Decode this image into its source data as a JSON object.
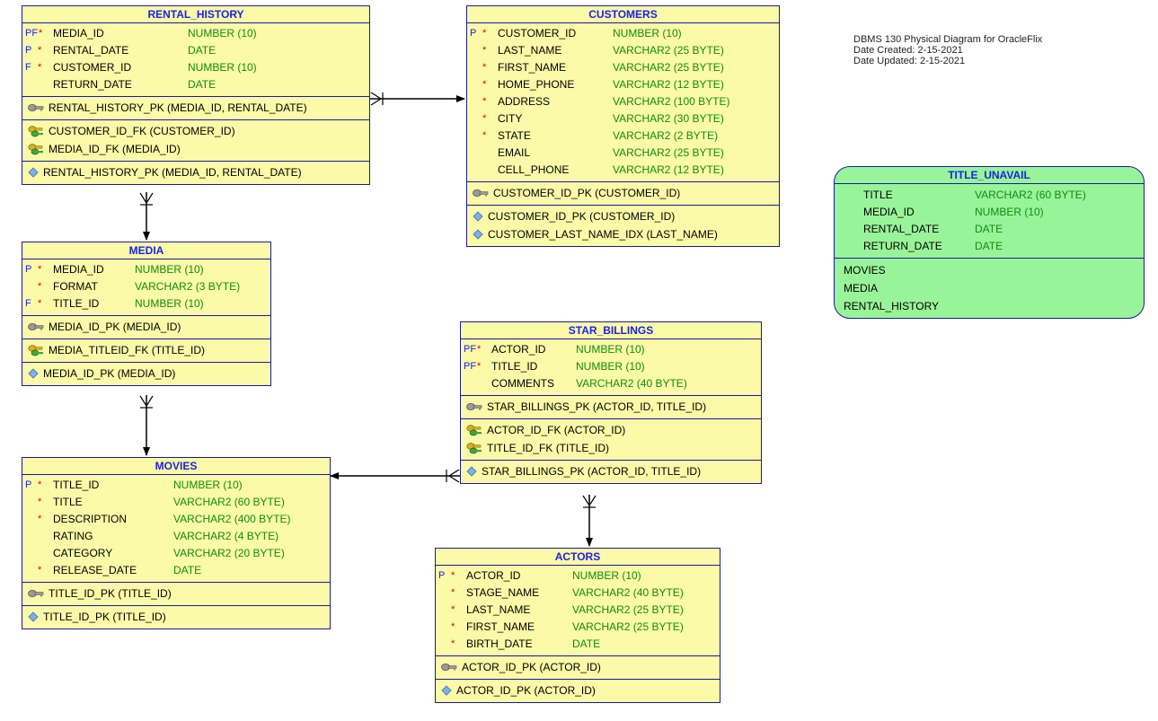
{
  "note": {
    "line1": "DBMS 130 Physical Diagram for OracleFlix",
    "line2": "Date Created: 2-15-2021",
    "line3": "Date Updated: 2-15-2021"
  },
  "rental_history": {
    "title": "RENTAL_HISTORY",
    "columns": [
      {
        "key": "PF",
        "req": "*",
        "name": "MEDIA_ID",
        "type": "NUMBER (10)"
      },
      {
        "key": "P",
        "req": "*",
        "name": "RENTAL_DATE",
        "type": "DATE"
      },
      {
        "key": "F",
        "req": "*",
        "name": "CUSTOMER_ID",
        "type": "NUMBER (10)"
      },
      {
        "key": "",
        "req": "",
        "name": "RETURN_DATE",
        "type": "DATE"
      }
    ],
    "pk": "RENTAL_HISTORY_PK (MEDIA_ID, RENTAL_DATE)",
    "fks": [
      "CUSTOMER_ID_FK (CUSTOMER_ID)",
      "MEDIA_ID_FK (MEDIA_ID)"
    ],
    "indexes": [
      "RENTAL_HISTORY_PK (MEDIA_ID, RENTAL_DATE)"
    ]
  },
  "customers": {
    "title": "CUSTOMERS",
    "columns": [
      {
        "key": "P",
        "req": "*",
        "name": "CUSTOMER_ID",
        "type": "NUMBER (10)"
      },
      {
        "key": "",
        "req": "*",
        "name": "LAST_NAME",
        "type": "VARCHAR2 (25 BYTE)"
      },
      {
        "key": "",
        "req": "*",
        "name": "FIRST_NAME",
        "type": "VARCHAR2 (25 BYTE)"
      },
      {
        "key": "",
        "req": "*",
        "name": "HOME_PHONE",
        "type": "VARCHAR2 (12 BYTE)"
      },
      {
        "key": "",
        "req": "*",
        "name": "ADDRESS",
        "type": "VARCHAR2 (100 BYTE)"
      },
      {
        "key": "",
        "req": "*",
        "name": "CITY",
        "type": "VARCHAR2 (30 BYTE)"
      },
      {
        "key": "",
        "req": "*",
        "name": "STATE",
        "type": "VARCHAR2 (2 BYTE)"
      },
      {
        "key": "",
        "req": "",
        "name": "EMAIL",
        "type": "VARCHAR2 (25 BYTE)"
      },
      {
        "key": "",
        "req": "",
        "name": "CELL_PHONE",
        "type": "VARCHAR2 (12 BYTE)"
      }
    ],
    "pk": "CUSTOMER_ID_PK (CUSTOMER_ID)",
    "indexes": [
      "CUSTOMER_ID_PK (CUSTOMER_ID)",
      "CUSTOMER_LAST_NAME_IDX (LAST_NAME)"
    ]
  },
  "media": {
    "title": "MEDIA",
    "columns": [
      {
        "key": "P",
        "req": "*",
        "name": "MEDIA_ID",
        "type": "NUMBER (10)"
      },
      {
        "key": "",
        "req": "*",
        "name": "FORMAT",
        "type": "VARCHAR2 (3 BYTE)"
      },
      {
        "key": "F",
        "req": "*",
        "name": "TITLE_ID",
        "type": "NUMBER (10)"
      }
    ],
    "pk": "MEDIA_ID_PK (MEDIA_ID)",
    "fks": [
      "MEDIA_TITLEID_FK (TITLE_ID)"
    ],
    "indexes": [
      "MEDIA_ID_PK (MEDIA_ID)"
    ]
  },
  "star_billings": {
    "title": "STAR_BILLINGS",
    "columns": [
      {
        "key": "PF",
        "req": "*",
        "name": "ACTOR_ID",
        "type": "NUMBER (10)"
      },
      {
        "key": "PF",
        "req": "*",
        "name": "TITLE_ID",
        "type": "NUMBER (10)"
      },
      {
        "key": "",
        "req": "",
        "name": "COMMENTS",
        "type": "VARCHAR2 (40 BYTE)"
      }
    ],
    "pk": "STAR_BILLINGS_PK (ACTOR_ID, TITLE_ID)",
    "fks": [
      "ACTOR_ID_FK (ACTOR_ID)",
      "TITLE_ID_FK (TITLE_ID)"
    ],
    "indexes": [
      "STAR_BILLINGS_PK (ACTOR_ID, TITLE_ID)"
    ]
  },
  "movies": {
    "title": "MOVIES",
    "columns": [
      {
        "key": "P",
        "req": "*",
        "name": "TITLE_ID",
        "type": "NUMBER (10)"
      },
      {
        "key": "",
        "req": "*",
        "name": "TITLE",
        "type": "VARCHAR2 (60 BYTE)"
      },
      {
        "key": "",
        "req": "*",
        "name": "DESCRIPTION",
        "type": "VARCHAR2 (400 BYTE)"
      },
      {
        "key": "",
        "req": "",
        "name": "RATING",
        "type": "VARCHAR2 (4 BYTE)"
      },
      {
        "key": "",
        "req": "",
        "name": "CATEGORY",
        "type": "VARCHAR2 (20 BYTE)"
      },
      {
        "key": "",
        "req": "*",
        "name": "RELEASE_DATE",
        "type": "DATE"
      }
    ],
    "pk": "TITLE_ID_PK (TITLE_ID)",
    "indexes": [
      "TITLE_ID_PK (TITLE_ID)"
    ]
  },
  "actors": {
    "title": "ACTORS",
    "columns": [
      {
        "key": "P",
        "req": "*",
        "name": "ACTOR_ID",
        "type": "NUMBER (10)"
      },
      {
        "key": "",
        "req": "*",
        "name": "STAGE_NAME",
        "type": "VARCHAR2 (40 BYTE)"
      },
      {
        "key": "",
        "req": "*",
        "name": "LAST_NAME",
        "type": "VARCHAR2 (25 BYTE)"
      },
      {
        "key": "",
        "req": "*",
        "name": "FIRST_NAME",
        "type": "VARCHAR2 (25 BYTE)"
      },
      {
        "key": "",
        "req": "*",
        "name": "BIRTH_DATE",
        "type": "DATE"
      }
    ],
    "pk": "ACTOR_ID_PK (ACTOR_ID)",
    "indexes": [
      "ACTOR_ID_PK (ACTOR_ID)"
    ]
  },
  "title_unavail": {
    "title": "TITLE_UNAVAIL",
    "columns": [
      {
        "name": "TITLE",
        "type": "VARCHAR2 (60 BYTE)"
      },
      {
        "name": "MEDIA_ID",
        "type": "NUMBER (10)"
      },
      {
        "name": "RENTAL_DATE",
        "type": "DATE"
      },
      {
        "name": "RETURN_DATE",
        "type": "DATE"
      }
    ],
    "sources": [
      "MOVIES",
      "MEDIA",
      "RENTAL_HISTORY"
    ]
  }
}
